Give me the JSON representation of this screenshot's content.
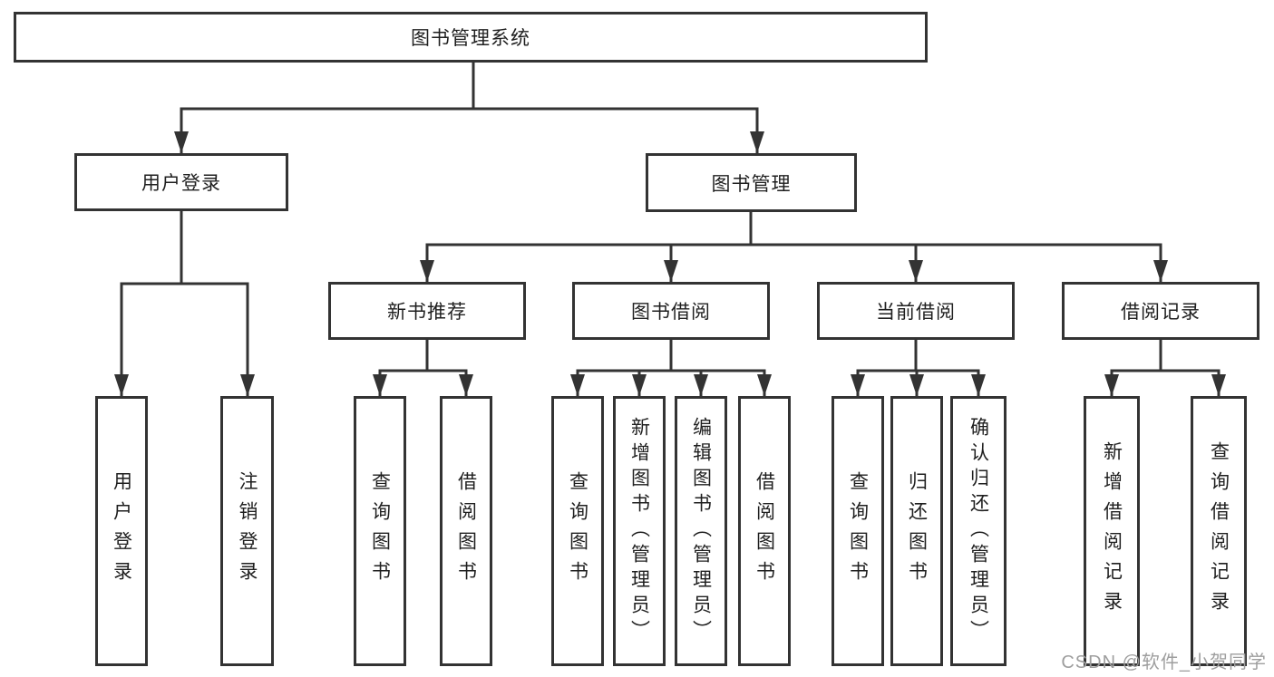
{
  "diagram": {
    "type": "tree",
    "colors": {
      "line": "#333333",
      "box_border": "#333333",
      "text": "#1f1f1f",
      "background": "#ffffff",
      "watermark": "#9e9e9e"
    },
    "root": {
      "label": "图书管理系统"
    },
    "level2": [
      {
        "label": "用户登录",
        "children": [
          {
            "label": "用户登录"
          },
          {
            "label": "注销登录"
          }
        ]
      },
      {
        "label": "图书管理",
        "children": [
          {
            "label": "新书推荐",
            "children": [
              {
                "label": "查询图书"
              },
              {
                "label": "借阅图书"
              }
            ]
          },
          {
            "label": "图书借阅",
            "children": [
              {
                "label": "查询图书"
              },
              {
                "label": "新增图书（管理员）"
              },
              {
                "label": "编辑图书（管理员）"
              },
              {
                "label": "借阅图书"
              }
            ]
          },
          {
            "label": "当前借阅",
            "children": [
              {
                "label": "查询图书"
              },
              {
                "label": "归还图书"
              },
              {
                "label": "确认归还（管理员）"
              }
            ]
          },
          {
            "label": "借阅记录",
            "children": [
              {
                "label": "新增借阅记录"
              },
              {
                "label": "查询借阅记录"
              }
            ]
          }
        ]
      }
    ],
    "watermark": "CSDN @软件_小贺同学"
  }
}
